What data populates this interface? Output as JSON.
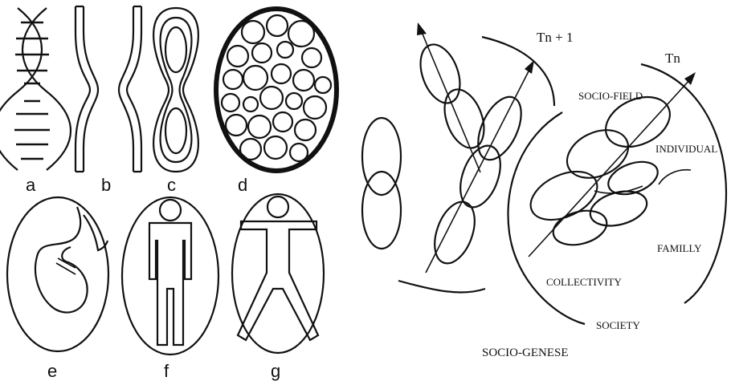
{
  "panels": {
    "a": "a",
    "b": "b",
    "c": "c",
    "d": "d",
    "e": "e",
    "f": "f",
    "g": "g"
  },
  "sociogenese": {
    "t_n1": "Tn + 1",
    "t_n": "Tn",
    "socio_field": "SOCIO-FIELD",
    "individual": "INDIVIDUAL",
    "familly": "FAMILLY",
    "collectivity": "COLLECTIVITY",
    "society": "SOCIETY",
    "title": "SOCIO-GENESE"
  }
}
